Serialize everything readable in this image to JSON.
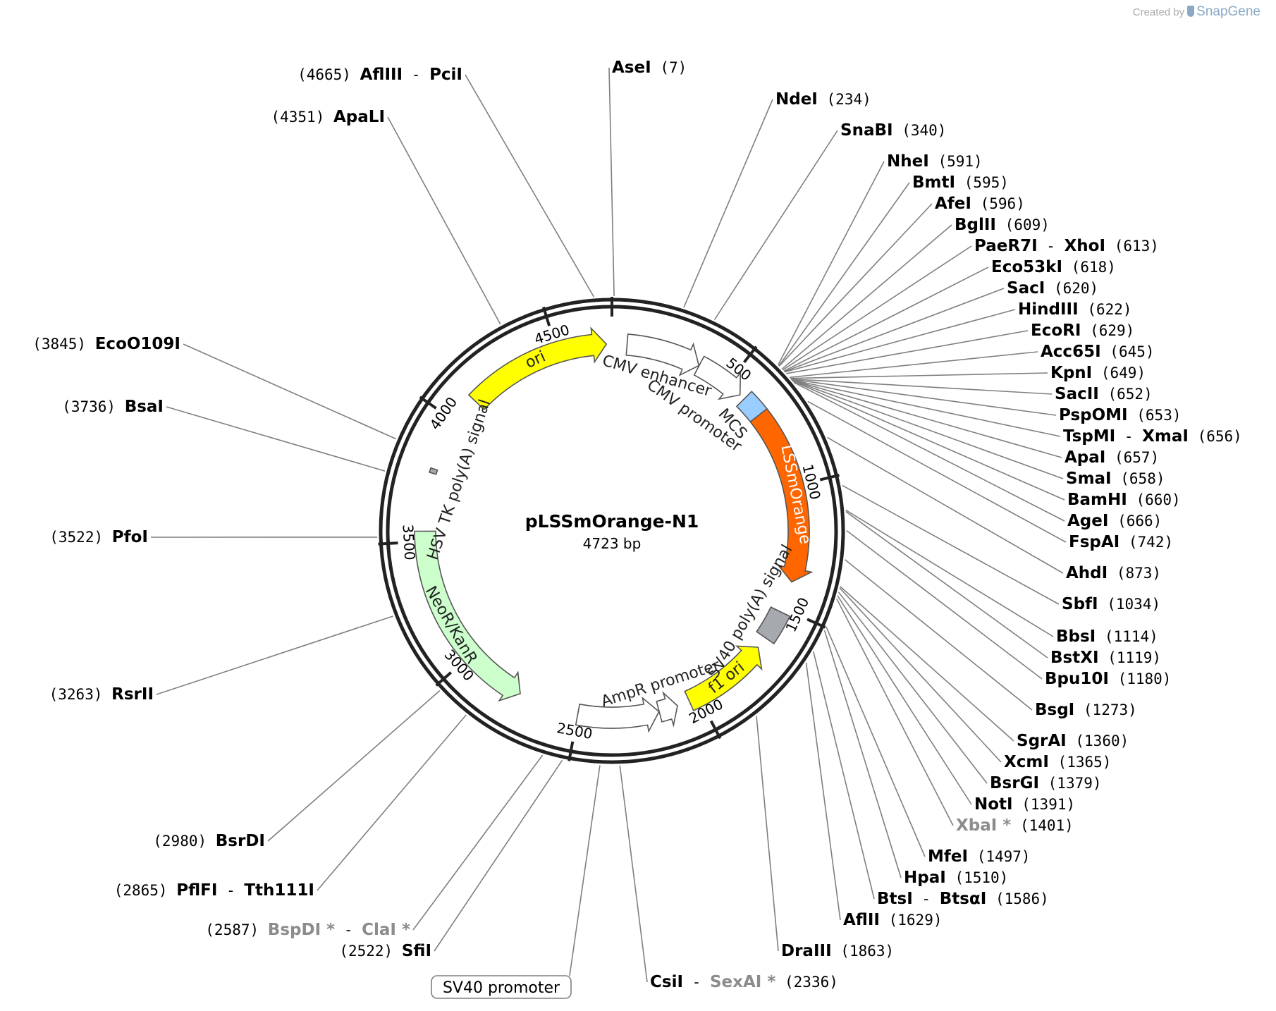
{
  "watermark": {
    "created_by": "Created by",
    "brand": "SnapGene"
  },
  "plasmid": {
    "name": "pLSSmOrange-N1",
    "size_label": "4723 bp",
    "length": 4723
  },
  "ticks": [
    "500",
    "1000",
    "1500",
    "2000",
    "2500",
    "3000",
    "3500",
    "4000",
    "4500"
  ],
  "features": [
    {
      "label": "CMV enhancer",
      "start": 61,
      "end": 364,
      "color": "#ffffff",
      "type": "arrow"
    },
    {
      "label": "CMV promoter",
      "start": 365,
      "end": 568,
      "color": "#ffffff",
      "type": "arrow"
    },
    {
      "label": "MCS",
      "start": 591,
      "end": 680,
      "color": "#99ccff",
      "type": "box"
    },
    {
      "label": "LSSmOrange",
      "start": 679,
      "end": 1389,
      "color": "#ff6600",
      "type": "arrow"
    },
    {
      "label": "SV40 poly(A) signal",
      "start": 1517,
      "end": 1638,
      "color": "#a6a9ae",
      "type": "box"
    },
    {
      "label": "f1 ori",
      "start": 1686,
      "end": 2041,
      "color": "#ffff00",
      "type": "arrow",
      "reverse": true
    },
    {
      "label": "AmpR promoter",
      "start": 2092,
      "end": 2169,
      "color": "#ffffff",
      "type": "arrow",
      "reverse": true
    },
    {
      "label": "",
      "start": 2170,
      "end": 2500,
      "color": "#ffffff",
      "type": "arrow",
      "reverse": true
    },
    {
      "label": "NeoR/KanR",
      "start": 2747,
      "end": 3541,
      "color": "#ccffcc",
      "type": "arrow",
      "reverse": true
    },
    {
      "label": "HSV TK poly(A) signal",
      "start": 3776,
      "end": 3794,
      "color": "#a6a9ae",
      "type": "box"
    },
    {
      "label": "ori",
      "start": 4113,
      "end": 4701,
      "color": "#ffff00",
      "type": "arrow"
    }
  ],
  "standalone_labels": [
    {
      "label": "SV40 promoter"
    }
  ],
  "sites": [
    {
      "name": "AseI",
      "pos": "(7)",
      "bp": 7
    },
    {
      "name": "NdeI",
      "pos": "(234)",
      "bp": 234
    },
    {
      "name": "SnaBI",
      "pos": "(340)",
      "bp": 340
    },
    {
      "name": "NheI",
      "pos": "(591)",
      "bp": 591
    },
    {
      "name": "BmtI",
      "pos": "(595)",
      "bp": 595
    },
    {
      "name": "AfeI",
      "pos": "(596)",
      "bp": 596
    },
    {
      "name": "BglII",
      "pos": "(609)",
      "bp": 609
    },
    {
      "name": "PaeR7I",
      "name2": "XhoI",
      "pos": "(613)",
      "bp": 613
    },
    {
      "name": "Eco53kI",
      "pos": "(618)",
      "bp": 618
    },
    {
      "name": "SacI",
      "pos": "(620)",
      "bp": 620
    },
    {
      "name": "HindIII",
      "pos": "(622)",
      "bp": 622
    },
    {
      "name": "EcoRI",
      "pos": "(629)",
      "bp": 629
    },
    {
      "name": "Acc65I",
      "pos": "(645)",
      "bp": 645
    },
    {
      "name": "KpnI",
      "pos": "(649)",
      "bp": 649
    },
    {
      "name": "SacII",
      "pos": "(652)",
      "bp": 652
    },
    {
      "name": "PspOMI",
      "pos": "(653)",
      "bp": 653
    },
    {
      "name": "TspMI",
      "name2": "XmaI",
      "pos": "(656)",
      "bp": 656
    },
    {
      "name": "ApaI",
      "pos": "(657)",
      "bp": 657
    },
    {
      "name": "SmaI",
      "pos": "(658)",
      "bp": 658
    },
    {
      "name": "BamHI",
      "pos": "(660)",
      "bp": 660
    },
    {
      "name": "AgeI",
      "pos": "(666)",
      "bp": 666
    },
    {
      "name": "FspAI",
      "pos": "(742)",
      "bp": 742
    },
    {
      "name": "AhdI",
      "pos": "(873)",
      "bp": 873
    },
    {
      "name": "SbfI",
      "pos": "(1034)",
      "bp": 1034
    },
    {
      "name": "BbsI",
      "pos": "(1114)",
      "bp": 1114
    },
    {
      "name": "BstXI",
      "pos": "(1119)",
      "bp": 1119
    },
    {
      "name": "Bpu10I",
      "pos": "(1180)",
      "bp": 1180
    },
    {
      "name": "BsgI",
      "pos": "(1273)",
      "bp": 1273
    },
    {
      "name": "SgrAI",
      "pos": "(1360)",
      "bp": 1360
    },
    {
      "name": "XcmI",
      "pos": "(1365)",
      "bp": 1365
    },
    {
      "name": "BsrGI",
      "pos": "(1379)",
      "bp": 1379
    },
    {
      "name": "NotI",
      "pos": "(1391)",
      "bp": 1391
    },
    {
      "name": "XbaI *",
      "pos": "(1401)",
      "bp": 1401,
      "dim": true
    },
    {
      "name": "MfeI",
      "pos": "(1497)",
      "bp": 1497
    },
    {
      "name": "HpaI",
      "pos": "(1510)",
      "bp": 1510
    },
    {
      "name": "BtsI",
      "name2": "BtsαI",
      "pos": "(1586)",
      "bp": 1586
    },
    {
      "name": "AflII",
      "pos": "(1629)",
      "bp": 1629
    },
    {
      "name": "DraIII",
      "pos": "(1863)",
      "bp": 1863
    },
    {
      "name": "CsiI",
      "name2": "SexAI *",
      "name2_dim": true,
      "pos": "(2336)",
      "bp": 2336
    },
    {
      "name": "SfiI",
      "pos": "(2522)",
      "bp": 2522,
      "left": true
    },
    {
      "name": "BspDI *",
      "name2": "ClaI *",
      "name_dim": true,
      "name2_dim": true,
      "pos": "(2587)",
      "bp": 2587,
      "left": true
    },
    {
      "name": "PflFI",
      "name2": "Tth111I",
      "pos": "(2865)",
      "bp": 2865,
      "left": true
    },
    {
      "name": "BsrDI",
      "pos": "(2980)",
      "bp": 2980,
      "left": true
    },
    {
      "name": "RsrII",
      "pos": "(3263)",
      "bp": 3263,
      "left": true
    },
    {
      "name": "PfoI",
      "pos": "(3522)",
      "bp": 3522,
      "left": true
    },
    {
      "name": "BsaI",
      "pos": "(3736)",
      "bp": 3736,
      "left": true
    },
    {
      "name": "EcoO109I",
      "pos": "(3845)",
      "bp": 3845,
      "left": true
    },
    {
      "name": "ApaLI",
      "pos": "(4351)",
      "bp": 4351,
      "left": true
    },
    {
      "name": "AflIII",
      "name2": "PciI",
      "pos": "(4665)",
      "bp": 4665,
      "left": true
    }
  ]
}
